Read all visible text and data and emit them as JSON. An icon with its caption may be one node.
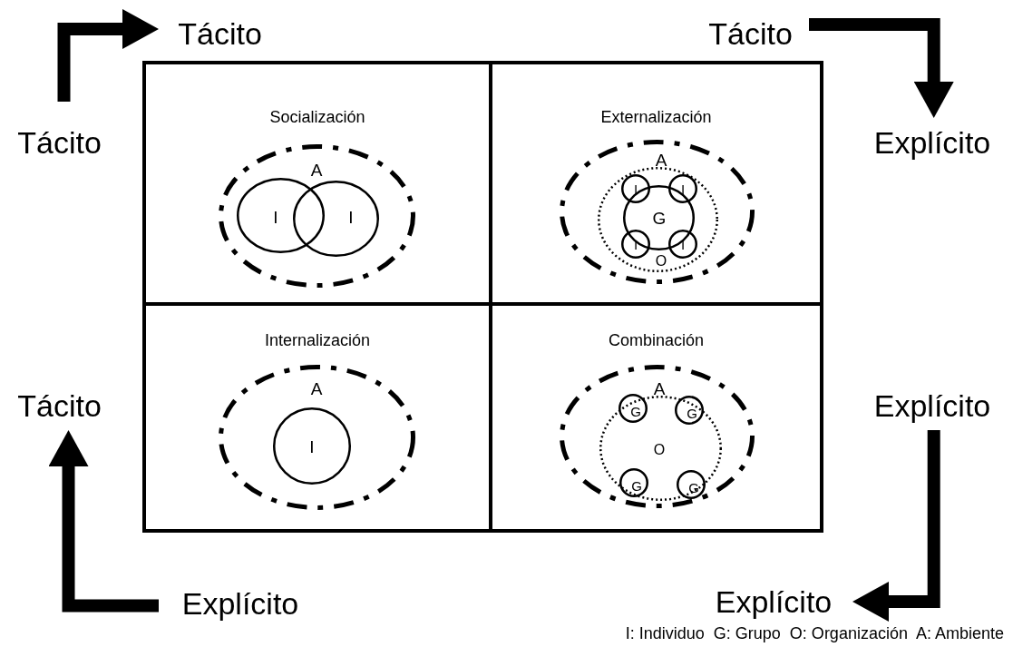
{
  "diagram": {
    "nodes": [
      {
        "text": [
          "Tácito"
        ]
      },
      {
        "text": [
          "Tácito"
        ]
      },
      {
        "text": [
          "Tácito"
        ]
      },
      {
        "text": [
          "Socialización"
        ]
      },
      {
        "text": [
          "A"
        ],
        "in": 3
      },
      {
        "text": [
          "I"
        ],
        "in": 4
      },
      {
        "text": [
          "I"
        ],
        "in": 4
      },
      {
        "text": [
          "Explícito"
        ]
      },
      {
        "text": [
          "Externalización"
        ]
      },
      {
        "text": [
          "A"
        ],
        "in": 8
      },
      {
        "text": [
          "O"
        ],
        "in": 9
      },
      {
        "text": [
          "G"
        ],
        "in": 10
      },
      {
        "text": [
          "I"
        ],
        "in": 10
      },
      {
        "text": [
          "I"
        ],
        "in": 10
      },
      {
        "text": [
          "I"
        ],
        "in": 10
      },
      {
        "text": [
          "I"
        ],
        "in": 10
      },
      {
        "text": [
          "Internalización"
        ]
      },
      {
        "text": [
          "A"
        ],
        "in": 16
      },
      {
        "text": [
          "I"
        ],
        "in": 17
      },
      {
        "text": [
          "Combinación"
        ]
      },
      {
        "text": [
          "A"
        ],
        "in": 19
      },
      {
        "text": [
          "O"
        ],
        "in": 20
      },
      {
        "text": [
          "G"
        ],
        "in": 21
      },
      {
        "text": [
          "G"
        ],
        "in": 21
      },
      {
        "text": [
          "G"
        ],
        "in": 21
      },
      {
        "text": [
          "G"
        ],
        "in": 21
      },
      {
        "text": [
          "Tácito"
        ]
      },
      {
        "text": [
          "Explícito"
        ]
      },
      {
        "text": [
          "Explícito"
        ]
      },
      {
        "text": [
          "Explícito"
        ]
      }
    ],
    "edges": [
      {
        "from": 2,
        "to": 0,
        "arrow": "to"
      },
      {
        "from": 1,
        "to": 7,
        "arrow": "to"
      },
      {
        "from": 27,
        "to": 29,
        "arrow": "to"
      },
      {
        "from": 28,
        "to": 26,
        "arrow": "to"
      }
    ],
    "labels": [
      "I: Individuo  G: Grupo  O: Organización  A: Ambiente"
    ]
  }
}
